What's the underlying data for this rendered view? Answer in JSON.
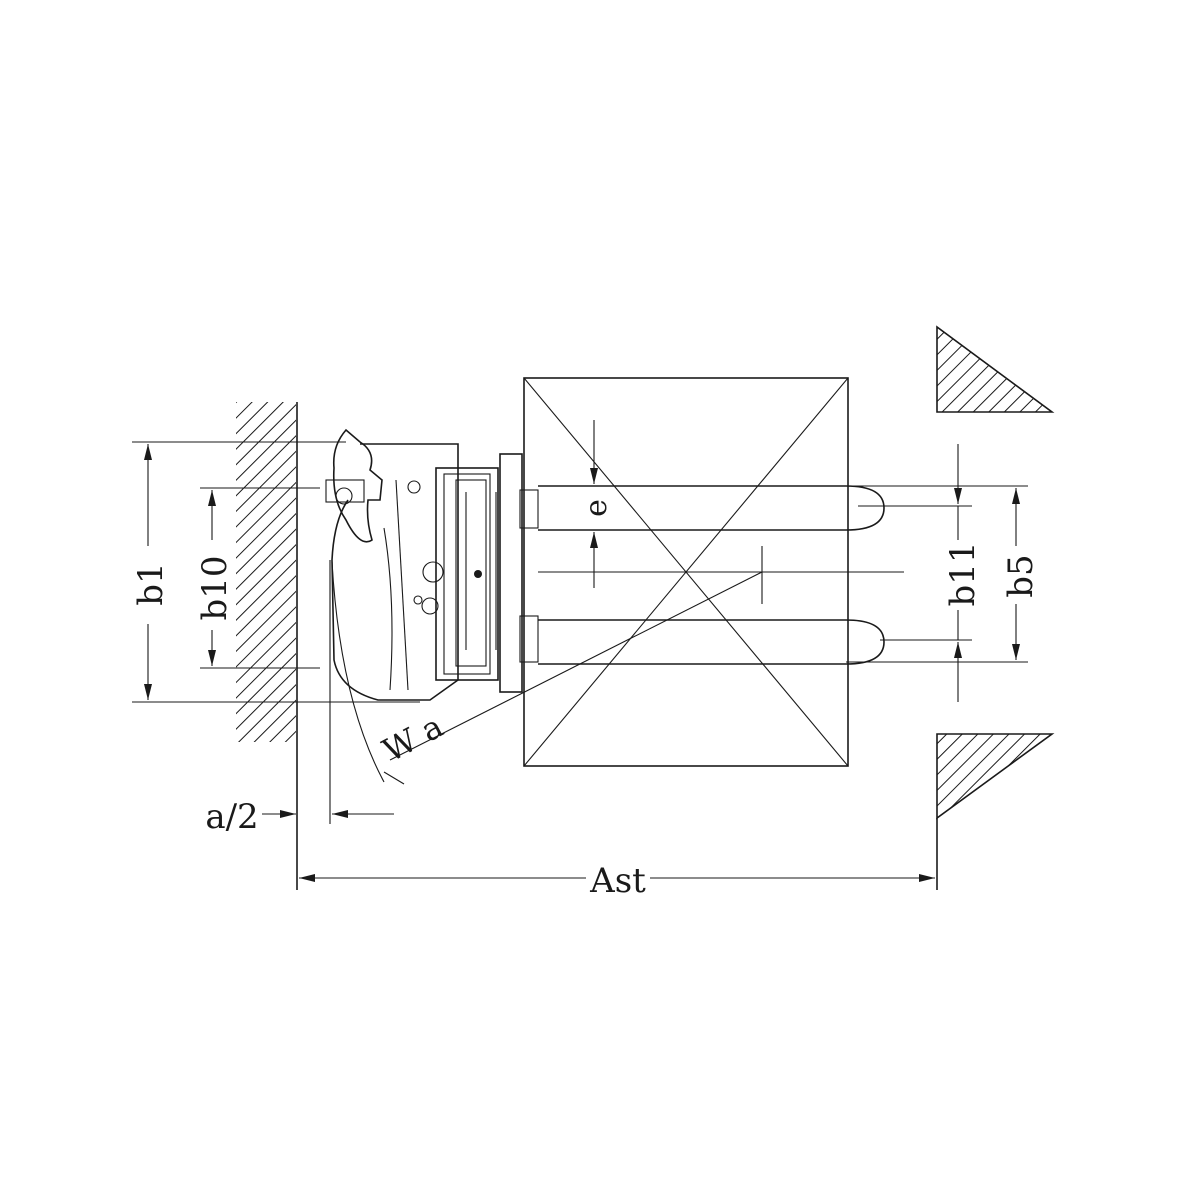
{
  "diagram": {
    "labels": {
      "b1": "b1",
      "b10": "b10",
      "e": "e",
      "b11": "b11",
      "b5": "b5",
      "wa": "W a",
      "a_half": "a/2",
      "ast": "Ast"
    }
  },
  "colors": {
    "line": "#1a1a1a",
    "background": "#ffffff"
  }
}
